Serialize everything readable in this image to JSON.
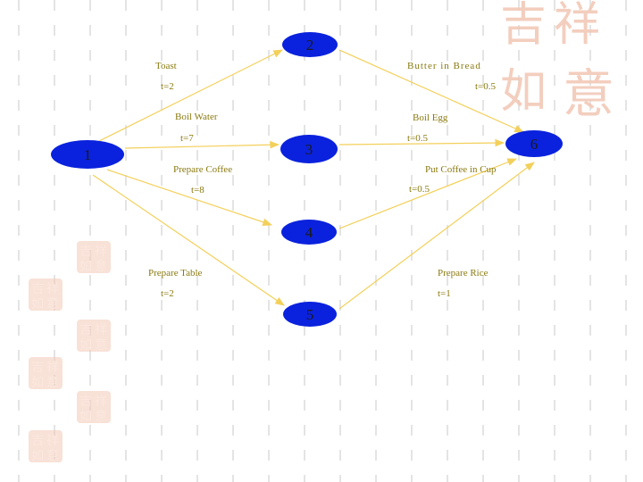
{
  "colors": {
    "node_fill": "#0a22dd",
    "node_text": "#1a1a1a",
    "edge": "#f3d05a",
    "edge_label": "#8a7a10",
    "seal": "#f2c9b7",
    "background_dash": "#e4e4e4"
  },
  "nodes": [
    {
      "id": "n1",
      "label": "1"
    },
    {
      "id": "n2",
      "label": "2"
    },
    {
      "id": "n3",
      "label": "3"
    },
    {
      "id": "n4",
      "label": "4"
    },
    {
      "id": "n5",
      "label": "5"
    },
    {
      "id": "n6",
      "label": "6"
    }
  ],
  "edges": [
    {
      "from": "n1",
      "to": "n2",
      "task": "Toast",
      "time": "t=2"
    },
    {
      "from": "n1",
      "to": "n3",
      "task": "Boil Water",
      "time": "t=7"
    },
    {
      "from": "n1",
      "to": "n4",
      "task": "Prepare Coffee",
      "time": "t=8"
    },
    {
      "from": "n1",
      "to": "n5",
      "task": "Prepare Table",
      "time": "t=2"
    },
    {
      "from": "n2",
      "to": "n6",
      "task": "Butter in Bread",
      "time": "t=0.5"
    },
    {
      "from": "n3",
      "to": "n6",
      "task": "Boil Egg",
      "time": "t=0.5"
    },
    {
      "from": "n4",
      "to": "n6",
      "task": "Put Coffee in Cup",
      "time": "t=0.5"
    },
    {
      "from": "n5",
      "to": "n6",
      "task": "Prepare Rice",
      "time": "t=1"
    }
  ],
  "decoration": {
    "seal_glyphs": [
      "吉",
      "祥",
      "如",
      "意"
    ]
  }
}
